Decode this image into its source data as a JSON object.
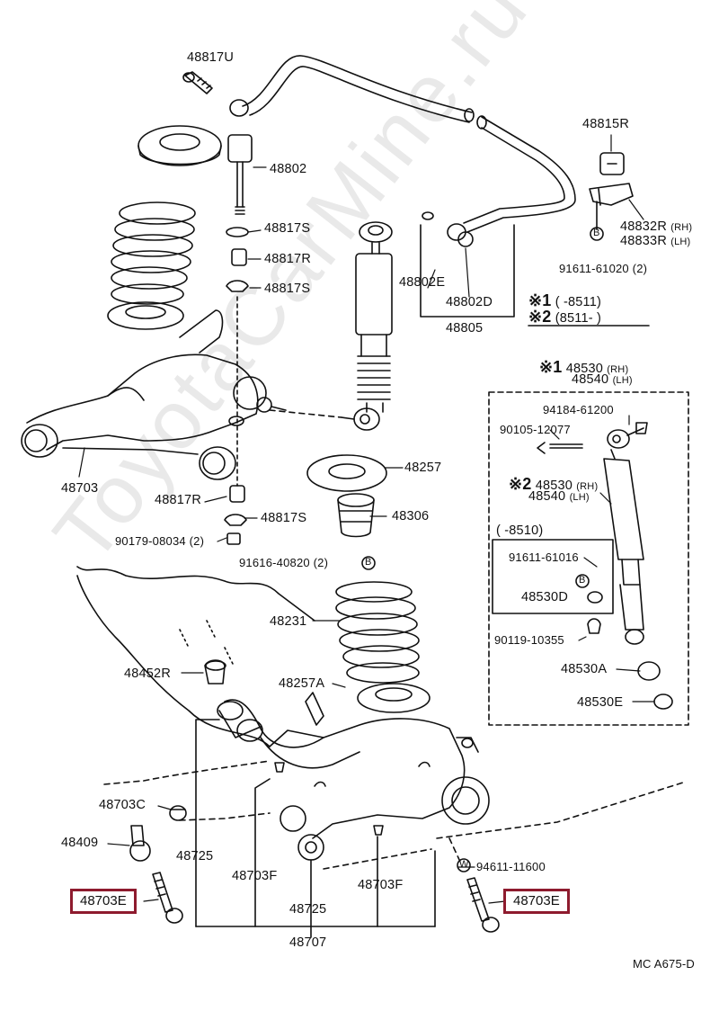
{
  "watermark": "ToyotaCarMine.ru",
  "parts": {
    "p48817U": "48817U",
    "p48802": "48802",
    "p48817S_a": "48817S",
    "p48817R_a": "48817R",
    "p48817S_b": "48817S",
    "p48815R": "48815R",
    "p48832R": "48832R",
    "p48832R_note": "(RH)",
    "p48833R": "48833R",
    "p48833R_note": "(LH)",
    "p91611_61020": "91611-61020 (2)",
    "p48802E": "48802E",
    "p48802D": "48802D",
    "p48805": "48805",
    "cond1_mark": "※1",
    "cond1_text": "(         -8511)",
    "cond2_mark": "※2",
    "cond2_text": "(8511-         )",
    "p48703_top": "48703",
    "p48817R_b": "48817R",
    "p48817S_c": "48817S",
    "p90179": "90179-08034 (2)",
    "p48257": "48257",
    "p48306": "48306",
    "p91616": "91616-40820 (2)",
    "p48231": "48231",
    "p48452R": "48452R",
    "p48257A": "48257A",
    "box_mark1": "※1",
    "box_48530_a": "48530",
    "box_48530_a_note": "(RH)",
    "box_48540_a": "48540",
    "box_48540_a_note": "(LH)",
    "p94184": "94184-61200",
    "p90105": "90105-12077",
    "box_mark2": "※2",
    "box_48530_b": "48530",
    "box_48530_b_note": "(RH)",
    "box_48540_b": "48540",
    "box_48540_b_note": "(LH)",
    "inner_cond": "(         -8510)",
    "p91611_61016": "91611-61016",
    "p48530D": "48530D",
    "p90119": "90119-10355",
    "p48530A": "48530A",
    "p48530E": "48530E",
    "p48703C": "48703C",
    "p48409": "48409",
    "p48725_a": "48725",
    "p48703F_a": "48703F",
    "p48703F_b": "48703F",
    "p94611": "94611-11600",
    "p48703E_a": "48703E",
    "p48703E_b": "48703E",
    "p48725_b": "48725",
    "p48707": "48707",
    "diagram_code": "MC  A675-D",
    "marker_B": "B",
    "marker_W": "W"
  },
  "colors": {
    "highlight": "#8e1b2e",
    "line": "#111111",
    "watermark": "#e9e9e9"
  }
}
